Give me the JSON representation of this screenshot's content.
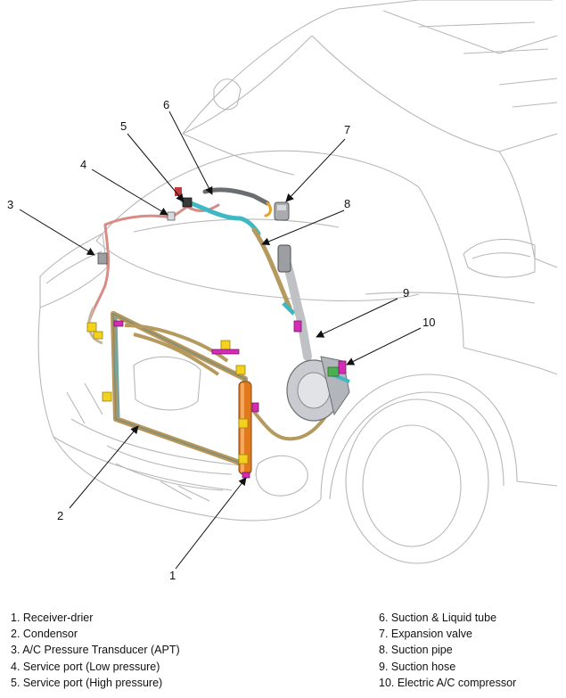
{
  "callouts": [
    {
      "num": "1"
    },
    {
      "num": "2"
    },
    {
      "num": "3"
    },
    {
      "num": "4"
    },
    {
      "num": "5"
    },
    {
      "num": "6"
    },
    {
      "num": "7"
    },
    {
      "num": "8"
    },
    {
      "num": "9"
    },
    {
      "num": "10"
    }
  ],
  "legend": {
    "left": [
      "1. Receiver-drier",
      "2. Condensor",
      "3. A/C Pressure Transducer (APT)",
      "4. Service port (Low pressure)",
      "5. Service port (High pressure)"
    ],
    "right": [
      "6. Suction & Liquid tube",
      "7. Expansion valve",
      "8. Suction pipe",
      "9. Suction hose",
      "10. Electric A/C compressor"
    ]
  },
  "colors": {
    "car_outline": "#b8b8b8",
    "condenser_frame": "#b8965a",
    "receiver_drier": "#e07a1c",
    "liquid_line": "#d98b86",
    "suction_tube": "#3fb8c4",
    "suction_pipe": "#b59a5f",
    "clamp": "#f2d21c",
    "fitting": "#d52bb5",
    "compressor": "#c9cbd0"
  }
}
